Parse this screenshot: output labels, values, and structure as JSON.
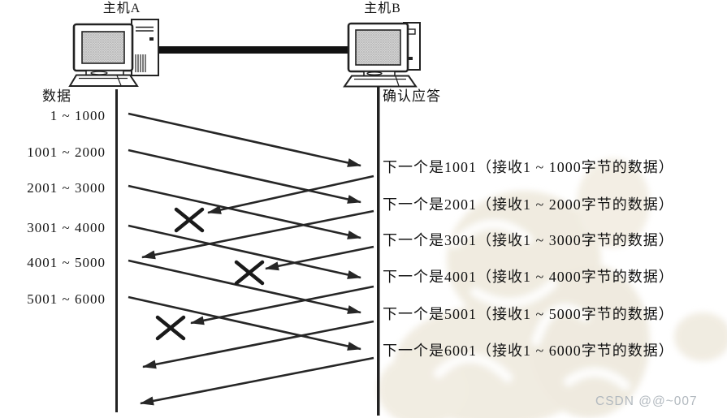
{
  "hosts": {
    "a_label": "主机A",
    "b_label": "主机B"
  },
  "left_column": {
    "title": "数据",
    "segments": [
      "1 ~ 1000",
      "1001 ~ 2000",
      "2001 ~ 3000",
      "3001 ~ 4000",
      "4001 ~ 5000",
      "5001 ~ 6000"
    ]
  },
  "right_column": {
    "title": "确认应答",
    "acks": [
      "下一个是1001（接收1 ~ 1000字节的数据）",
      "下一个是2001（接收1 ~ 2000字节的数据）",
      "下一个是3001（接收1 ~ 3000字节的数据）",
      "下一个是4001（接收1 ~ 4000字节的数据）",
      "下一个是5001（接收1 ~ 5000字节的数据）",
      "下一个是6001（接收1 ~ 6000字节的数据）"
    ]
  },
  "flows": {
    "data_from_host_a": [
      "1 ~ 1000",
      "1001 ~ 2000",
      "2001 ~ 3000",
      "3001 ~ 4000",
      "4001 ~ 5000",
      "5001 ~ 6000"
    ],
    "acks_from_host_b": [
      {
        "ack": "1001",
        "lost": true
      },
      {
        "ack": "2001",
        "lost": false
      },
      {
        "ack": "3001",
        "lost": true
      },
      {
        "ack": "4001",
        "lost": true
      },
      {
        "ack": "5001",
        "lost": false
      },
      {
        "ack": "6001",
        "lost": false
      }
    ]
  },
  "watermark": {
    "text": "CSDN @@~007",
    "color": "#b2b9bf"
  },
  "colors": {
    "ink": "#2a2a2a",
    "text": "#141414",
    "screen_fill": "#cccccc"
  }
}
